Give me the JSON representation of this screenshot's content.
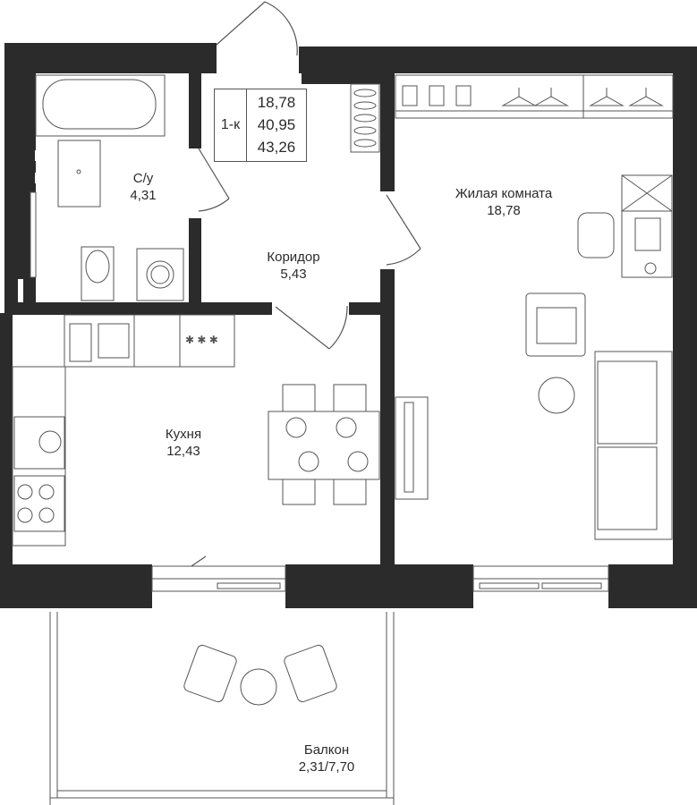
{
  "apartment": {
    "type": "1-к",
    "areas": [
      "18,78",
      "40,95",
      "43,26"
    ]
  },
  "rooms": {
    "bathroom": {
      "name": "С/у",
      "area": "4,31"
    },
    "corridor": {
      "name": "Коридор",
      "area": "5,43"
    },
    "living": {
      "name": "Жилая комната",
      "area": "18,78"
    },
    "kitchen": {
      "name": "Кухня",
      "area": "12,43"
    },
    "balcony": {
      "name": "Балкон",
      "area": "2,31/7,70"
    }
  },
  "colors": {
    "wall": "#2b2b2b",
    "line": "#555555",
    "fill": "#ffffff"
  }
}
